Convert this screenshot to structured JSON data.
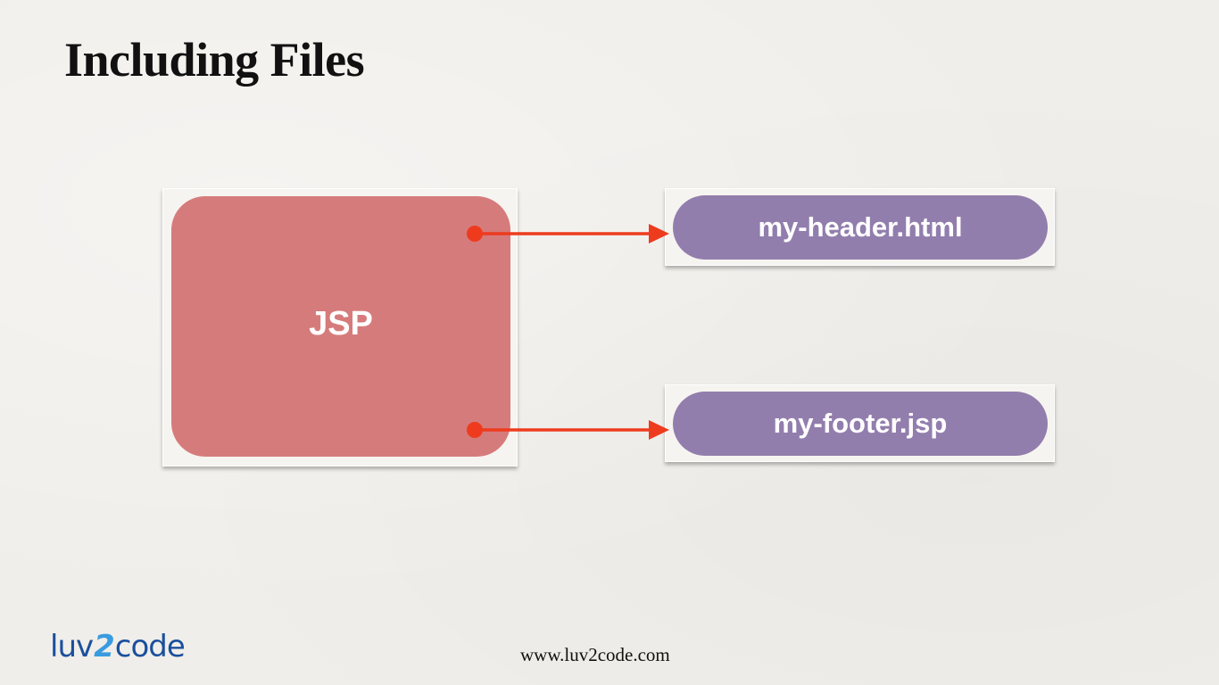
{
  "slide": {
    "title": "Including Files",
    "footer_url": "www.luv2code.com"
  },
  "logo": {
    "text_start": "luv",
    "text_two": "2",
    "text_end": "code"
  },
  "diagram": {
    "jsp_label": "JSP",
    "includes": [
      {
        "label": "my-header.html"
      },
      {
        "label": "my-footer.jsp"
      }
    ],
    "colors": {
      "jsp_box": "#d67b7b",
      "include_pill": "#927ead",
      "arrow": "#ee3b1e"
    }
  }
}
